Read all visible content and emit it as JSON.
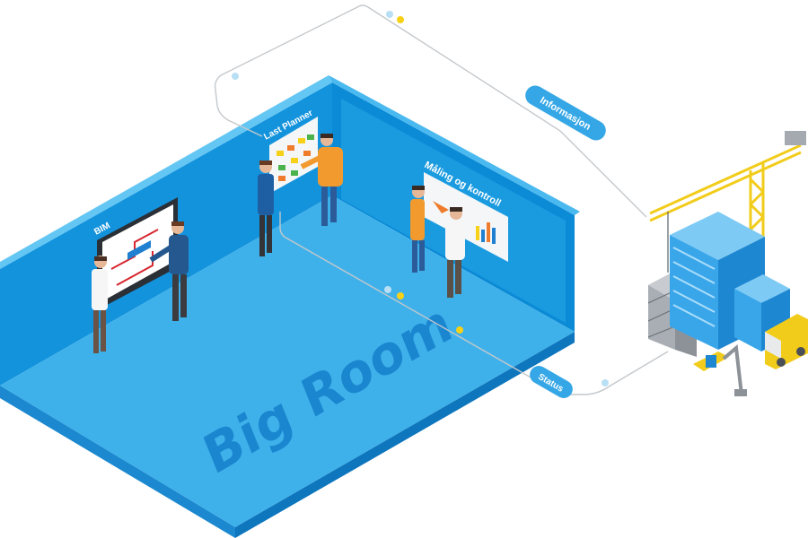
{
  "room": {
    "label": "Big Room",
    "colors": {
      "floor": "#3fb1ea",
      "wall_left": "#1493dd",
      "wall_right": "#0b8ad6",
      "wall_top": "#63c6f3",
      "label": "#1a86cf"
    }
  },
  "boards": {
    "bim": {
      "title": "BIM"
    },
    "last_planner": {
      "title": "Last Planner"
    },
    "maling": {
      "title": "Måling og kontroll"
    }
  },
  "flow": {
    "informasjon_label": "Informasjon",
    "status_label": "Status",
    "colors": {
      "pill": "#36a7e6",
      "line": "#c4c8cc",
      "node": "#b9dff5",
      "dot": "#f7d117"
    }
  },
  "site": {
    "colors": {
      "crane": "#f2cc1b",
      "building": "#3aa6ea",
      "scaffold": "#8c9298",
      "truck": "#f2cc1b"
    }
  }
}
